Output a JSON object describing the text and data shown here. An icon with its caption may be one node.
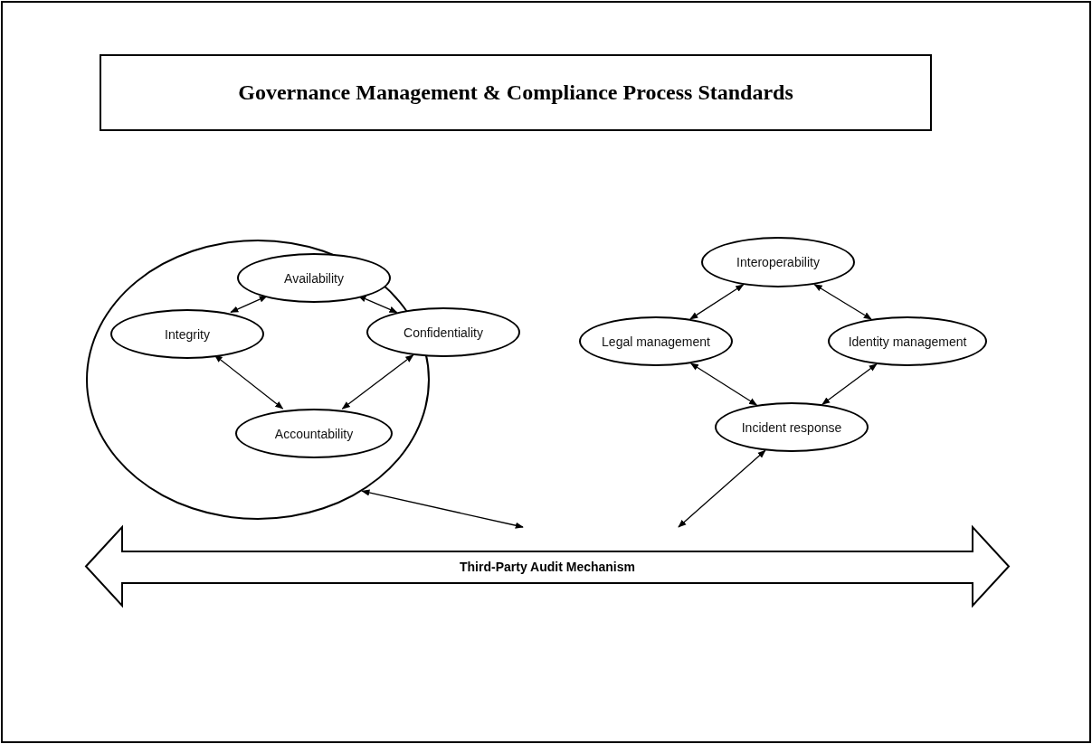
{
  "diagram": {
    "nodes": [
      {
        "text": [
          "Governance Management & Compliance Process Standards"
        ]
      },
      {
        "text": [],
        "shape": "circle"
      },
      {
        "text": [
          "Availability"
        ],
        "in": 1
      },
      {
        "text": [
          "Integrity"
        ],
        "in": 1
      },
      {
        "text": [
          "Confidentiality"
        ]
      },
      {
        "text": [
          "Accountability"
        ],
        "in": 1
      },
      {
        "text": [
          "Interoperability"
        ]
      },
      {
        "text": [
          "Legal management"
        ]
      },
      {
        "text": [
          "Identity management"
        ]
      },
      {
        "text": [
          "Incident response"
        ]
      },
      {
        "text": [
          "Third-Party Audit Mechanism"
        ]
      }
    ],
    "edges": [
      {
        "from": 3,
        "to": 2,
        "arrow": "both"
      },
      {
        "from": 2,
        "to": 4,
        "arrow": "both"
      },
      {
        "from": 3,
        "to": 5,
        "arrow": "both"
      },
      {
        "from": 5,
        "to": 4,
        "arrow": "both"
      },
      {
        "from": 7,
        "to": 6,
        "arrow": "both"
      },
      {
        "from": 6,
        "to": 8,
        "arrow": "both"
      },
      {
        "from": 7,
        "to": 9,
        "arrow": "both"
      },
      {
        "from": 9,
        "to": 8,
        "arrow": "both"
      },
      {
        "from": 1,
        "to": 10,
        "arrow": "both"
      },
      {
        "from": 9,
        "to": 10,
        "arrow": "both"
      }
    ]
  }
}
